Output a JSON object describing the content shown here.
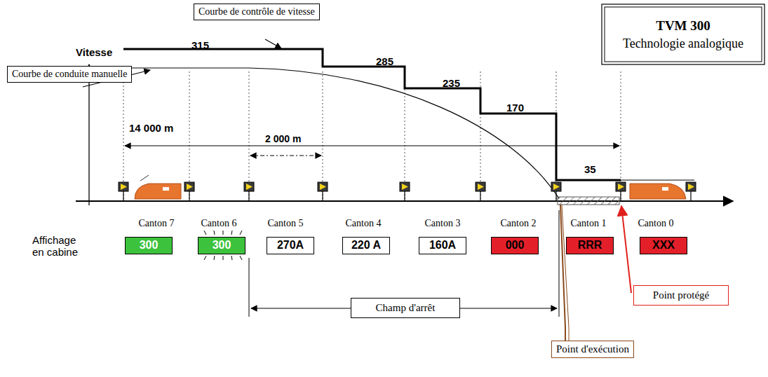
{
  "diagram": {
    "nodes": [
      {
        "text": [
          "Courbe de contrôle de vitesse"
        ]
      },
      {
        "text": [
          "TVM 300",
          "Technologie analogique"
        ]
      },
      {
        "text": [
          "Courbe de conduite manuelle"
        ]
      },
      {
        "text": [
          "300"
        ]
      },
      {
        "text": [
          "300"
        ]
      },
      {
        "text": [
          "270A"
        ]
      },
      {
        "text": [
          "220 A"
        ]
      },
      {
        "text": [
          "160A"
        ]
      },
      {
        "text": [
          "000"
        ]
      },
      {
        "text": [
          "RRR"
        ]
      },
      {
        "text": [
          "XXX"
        ]
      },
      {
        "text": [
          "Champ d'arrêt"
        ]
      },
      {
        "text": [
          "Point protégé"
        ]
      },
      {
        "text": [
          "Point d'exécution"
        ]
      }
    ],
    "labels": [
      "Vitesse",
      "315",
      "285",
      "235",
      "170",
      "14 000 m",
      "2 000 m",
      "35",
      "Canton 7",
      "Canton 6",
      "Canton 5",
      "Canton 4",
      "Canton 3",
      "Canton 2",
      "Canton 1",
      "Canton 0",
      "Affichage en cabine"
    ]
  }
}
